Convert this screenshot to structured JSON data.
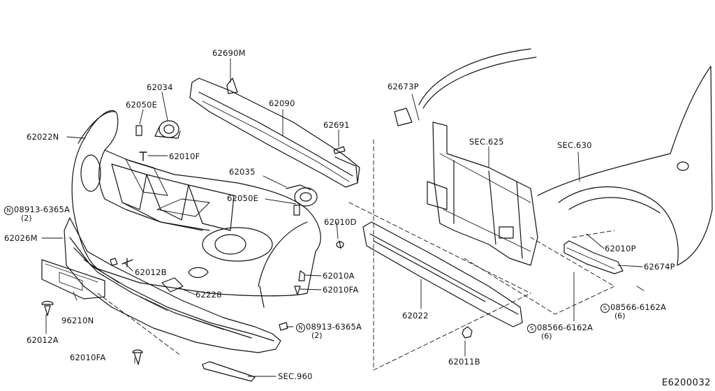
{
  "diagram_code": "E6200032",
  "labels": {
    "p62690M": "62690M",
    "p62034": "62034",
    "p62050E_top": "62050E",
    "p62090": "62090",
    "p62022N": "62022N",
    "p62010F": "62010F",
    "p62691": "62691",
    "p62035": "62035",
    "p62050E_mid": "62050E",
    "p08913_left": "08913-6365A",
    "p08913_left_qty": "(2)",
    "p62026M": "62026M",
    "p62010D": "62010D",
    "p62012B": "62012B",
    "p62010A": "62010A",
    "p62010FA_mid": "62010FA",
    "p62228": "62228",
    "p96210N": "96210N",
    "p62012A": "62012A",
    "p62022": "62022",
    "p08913_bottom": "08913-6365A",
    "p08913_bottom_qty": "(2)",
    "p62010FA_bottom": "62010FA",
    "p62011B": "62011B",
    "sec960": "SEC.960",
    "p62673P": "62673P",
    "sec625": "SEC.625",
    "sec630": "SEC.630",
    "p62010P": "62010P",
    "p62674P": "62674P",
    "p08566_right": "08566-6162A",
    "p08566_right_qty": "(6)",
    "p08566_mid": "08566-6162A",
    "p08566_mid_qty": "(6)"
  },
  "prefix_symbols": {
    "nut": "N",
    "screw": "S"
  }
}
